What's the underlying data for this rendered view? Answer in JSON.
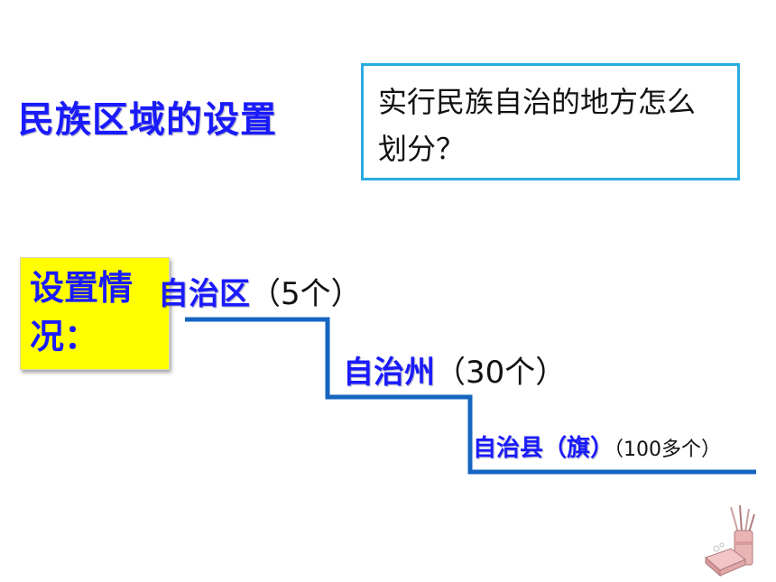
{
  "title": "民族区域的设置",
  "question": "实行民族自治的地方怎么划分？",
  "situation_label": "设置情况：",
  "levels": [
    {
      "name": "自治区",
      "count": "（5个）"
    },
    {
      "name": "自治州",
      "count": "（30个）"
    },
    {
      "name": "自治县（旗）",
      "count": "（100多个）"
    }
  ],
  "icons": {
    "decoration": "pencil-cup-icon"
  },
  "colors": {
    "title": "#1a1aff",
    "box_border": "#29abe2",
    "highlight": "#ffff00",
    "stairs": "#1565c0"
  }
}
